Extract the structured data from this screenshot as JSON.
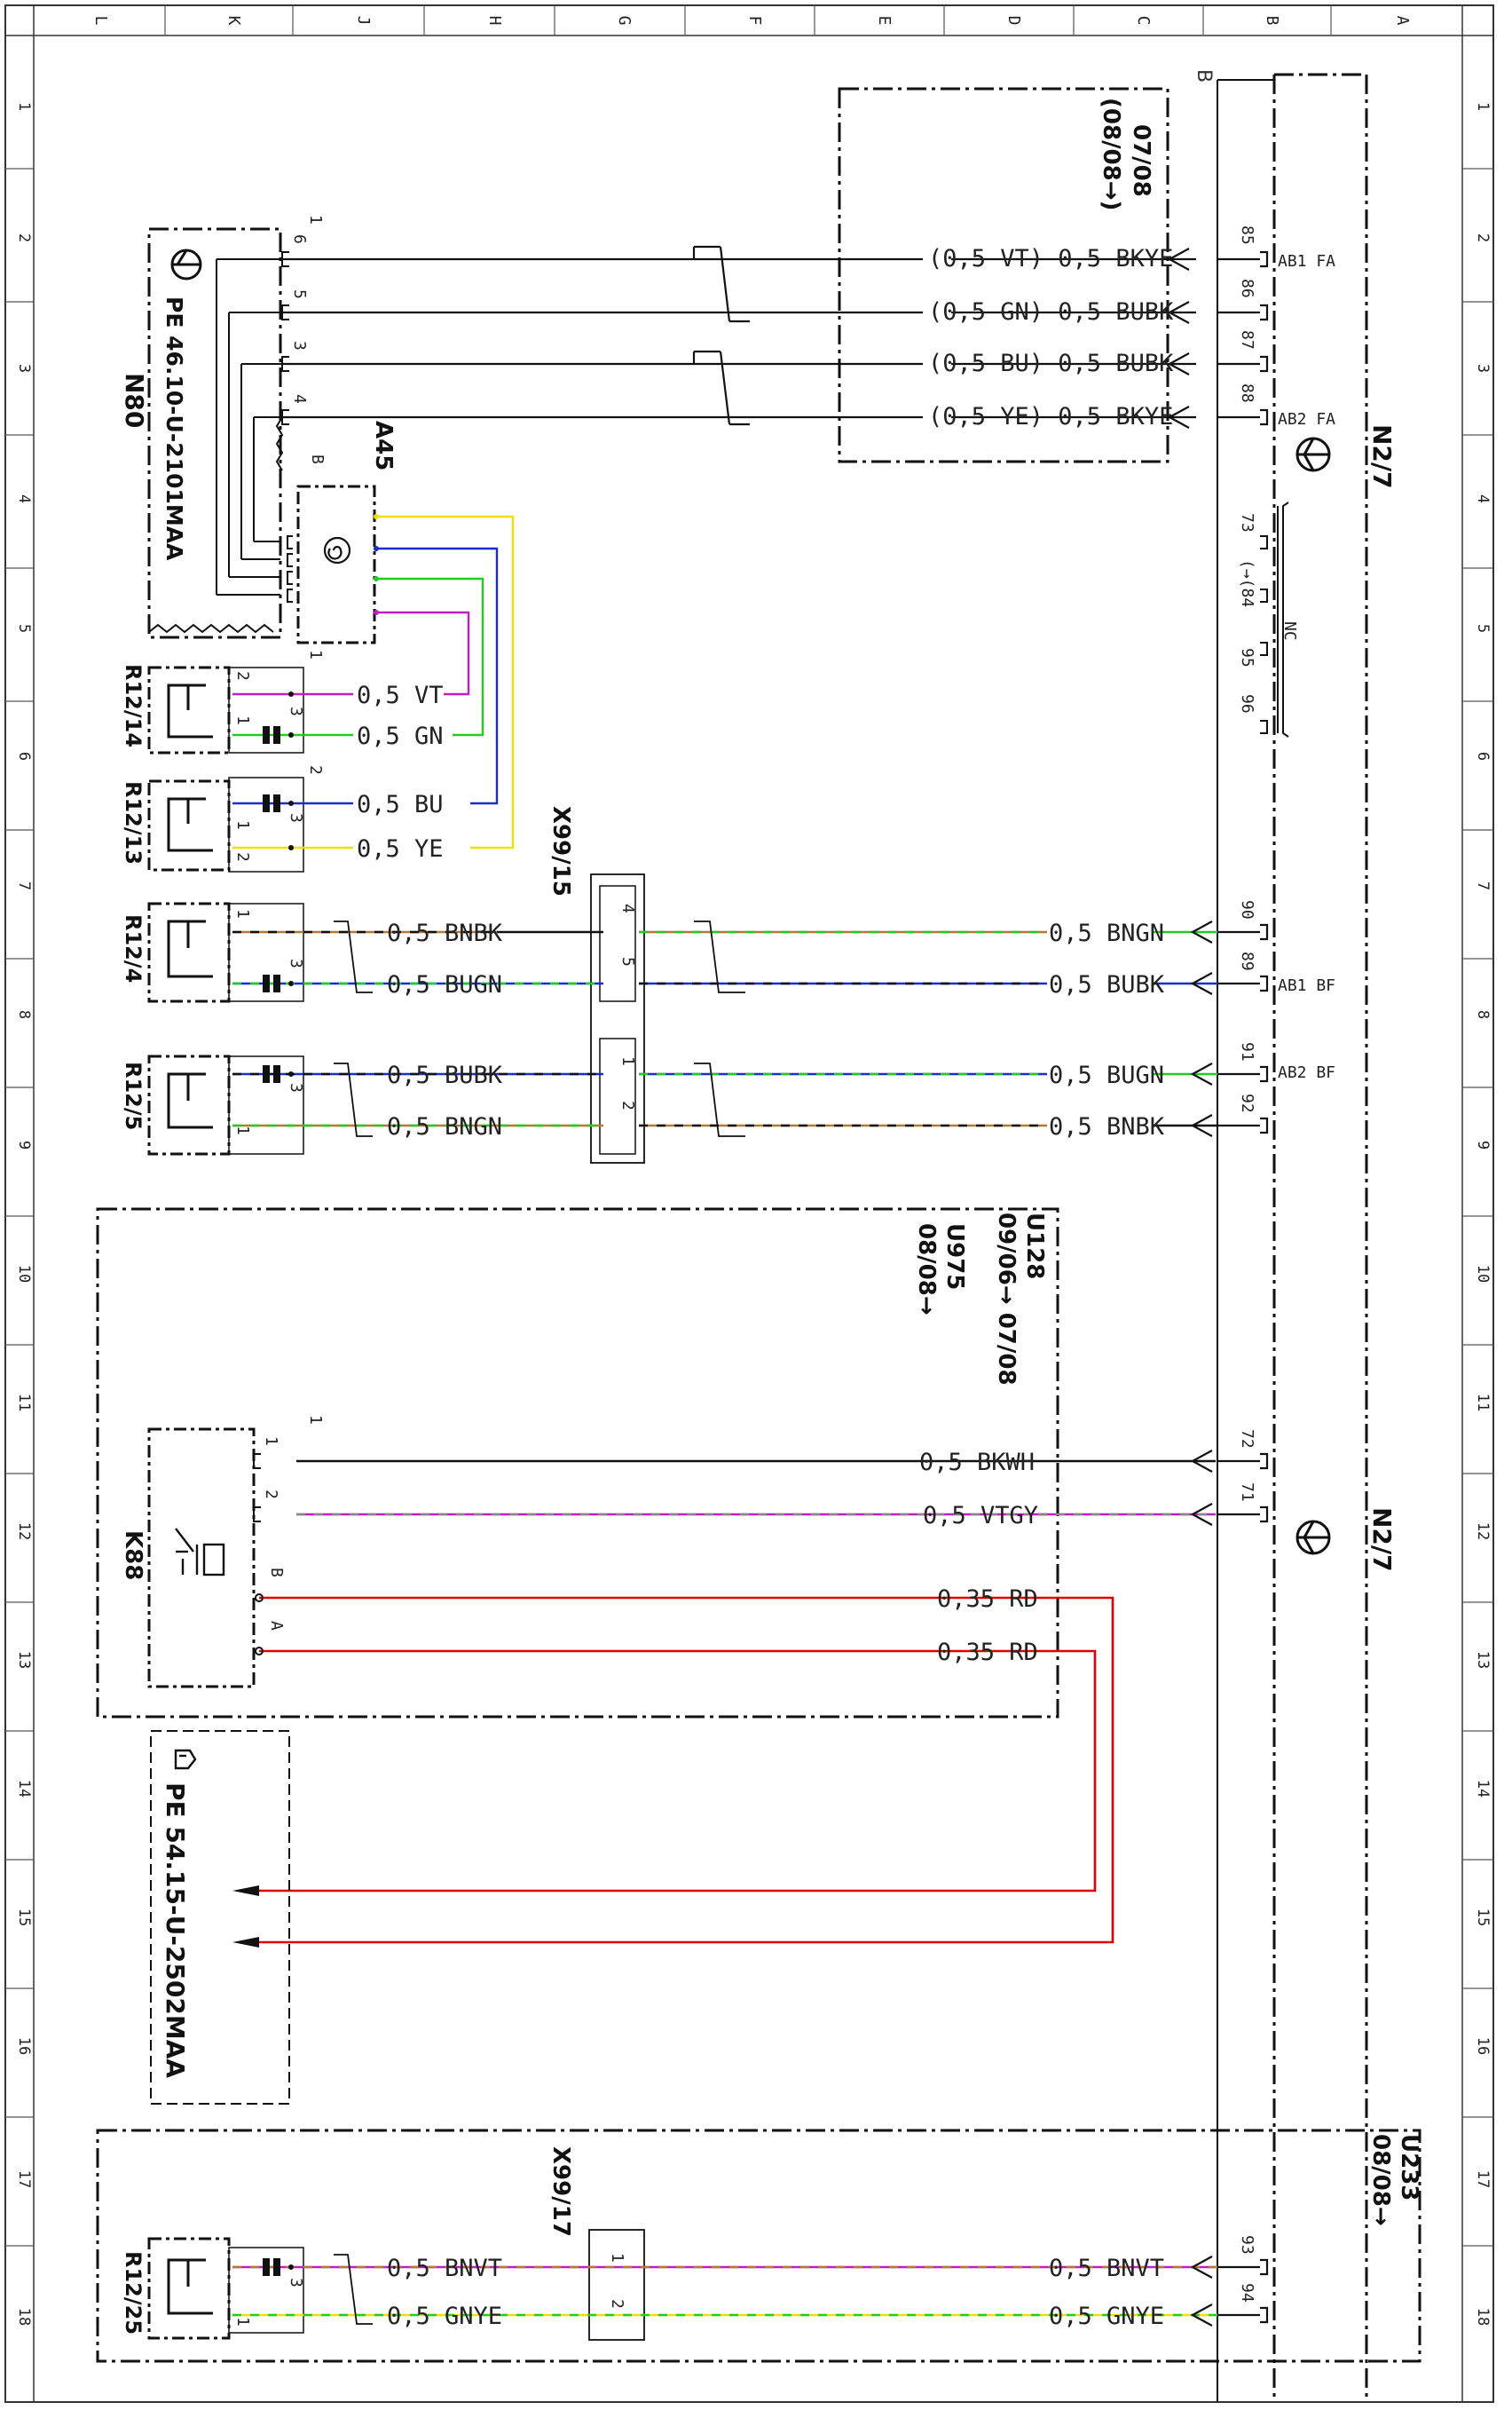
{
  "grid": {
    "rows": [
      "1",
      "2",
      "3",
      "4",
      "5",
      "6",
      "7",
      "8",
      "9",
      "10",
      "11",
      "12",
      "13",
      "14",
      "15",
      "16",
      "17",
      "18"
    ],
    "columns": [
      "L",
      "K",
      "J",
      "H",
      "G",
      "F",
      "E",
      "D",
      "C",
      "B",
      "A"
    ]
  },
  "components": {
    "n80": "N80",
    "n80_ref": "PE 46.10-U-2101MAA",
    "a45": "A45",
    "n2_7_top": "N2/7",
    "n2_7_mid": "N2/7",
    "r12_14": "R12/14",
    "r12_13": "R12/13",
    "r12_4": "R12/4",
    "r12_5": "R12/5",
    "r12_25": "R12/25",
    "k88": "K88",
    "x99_15": "X99/15",
    "x99_17": "X99/17",
    "pe_5415": "PE 54.15-U-2502MAA"
  },
  "codes": {
    "box_top_a": "07/08",
    "box_top_b": "(08/08→)",
    "u128": "U128",
    "u128_dates": "09/06→ 07/08",
    "u975": "U975",
    "u975_date": "08/08→",
    "u233": "U233",
    "u233_date": "08/08→",
    "bus_b": "B",
    "nc": "NC",
    "nc_pins_a": "73",
    "nc_pins_b": "(→(84",
    "nc_pins_c": "95",
    "nc_pins_d": "96"
  },
  "pin_labels": {
    "ab1_fa": "AB1 FA",
    "ab2_fa": "AB2 FA",
    "ab1_bf": "AB1 BF",
    "ab2_bf": "AB2 BF",
    "p85": "85",
    "p86": "86",
    "p87": "87",
    "p88": "88",
    "p90": "90",
    "p89": "89",
    "p91": "91",
    "p92": "92",
    "p72": "72",
    "p71": "71",
    "p93": "93",
    "p94": "94",
    "n80_1": "1",
    "n80_6": "6",
    "n80_5": "5",
    "n80_3": "3",
    "n80_4": "4",
    "n80_b": "B",
    "k88_1": "1",
    "k88_2": "2",
    "k88_b": "B",
    "k88_a": "A",
    "r14_1": "1",
    "r14_2": "2",
    "r14_3": "3",
    "r13_2": "2",
    "r13_3": "3",
    "r13_1": "1",
    "r4_1": "1",
    "r4_3": "3",
    "r5_3": "3",
    "r5_1": "1",
    "r25_3": "3",
    "r25_1": "1",
    "x15_4": "4",
    "x15_5": "5",
    "x15_1": "1",
    "x15_2": "2",
    "x17_1": "1",
    "x17_2": "2"
  },
  "wires": {
    "w85": "(0,5  VT)  0,5  BKYE",
    "w86": "(0,5  GN)  0,5  BUBK",
    "w87": "(0,5  BU)  0,5  BUBK",
    "w88": "(0,5  YE)  0,5  BKYE",
    "r14_vt": "0,5  VT",
    "r14_gn": "0,5  GN",
    "r13_bu": "0,5  BU",
    "r13_ye": "0,5  YE",
    "r4_bnbk": "0,5  BNBK",
    "r4_bugn": "0,5  BUGN",
    "r5_bubk": "0,5  BUBK",
    "r5_bngn": "0,5  BNGN",
    "n2_bngn": "0,5  BNGN",
    "n2_bubk": "0,5  BUBK",
    "n2_bugn": "0,5  BUGN",
    "n2_bnbk": "0,5  BNBK",
    "k88_bkwh": "0,5  BKWH",
    "k88_vtgy": "0,5  VTGY",
    "k88_rd1": "0,35  RD",
    "k88_rd2": "0,35  RD",
    "r25_bnvt": "0,5  BNVT",
    "r25_gnye": "0,5  GNYE",
    "n2_bnvt": "0,5  BNVT",
    "n2_gnye": "0,5  GNYE"
  },
  "colors": {
    "VT": "#c020c0",
    "GN": "#22cc22",
    "BU": "#1a2ecc",
    "YE": "#f0e000",
    "BK": "#111111",
    "BN": "#b07a3a",
    "RD": "#e00000",
    "GY": "#888888",
    "WH": "#cccccc"
  }
}
